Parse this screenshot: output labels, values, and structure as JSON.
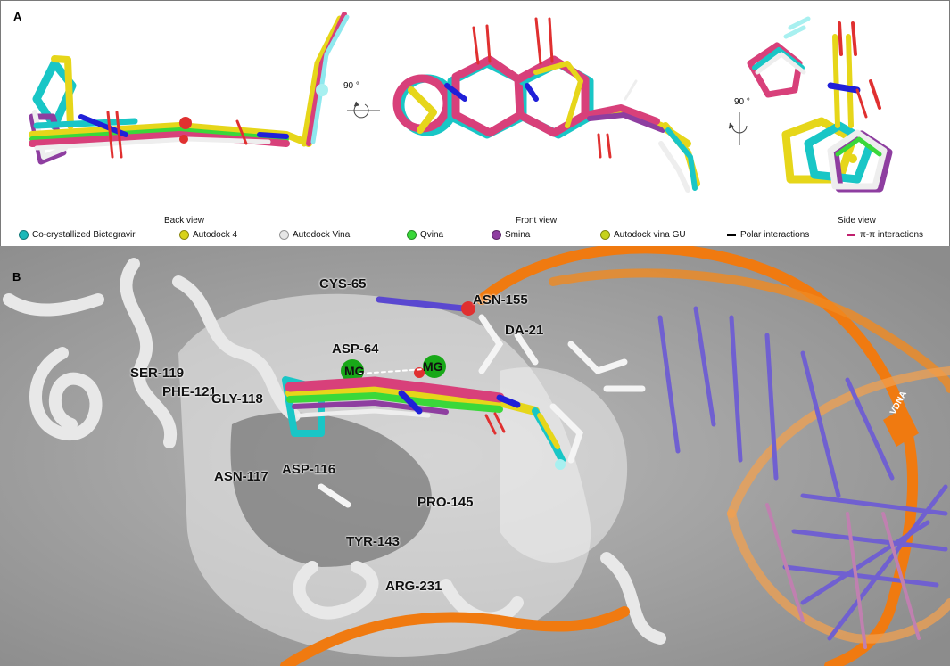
{
  "panel_a": {
    "letter": "A",
    "views": {
      "back": "Back view",
      "front": "Front view",
      "side": "Side view"
    },
    "rotation_1": "90 °",
    "rotation_2": "90 °",
    "legend": [
      {
        "label": "Co-crystallized Bictegravir",
        "color": "#19b9b9",
        "kind": "dot"
      },
      {
        "label": "Autodock 4",
        "color": "#d8d21a",
        "kind": "dot"
      },
      {
        "label": "Autodock Vina",
        "color": "#e6e6e6",
        "kind": "dot"
      },
      {
        "label": "Qvina",
        "color": "#39d839",
        "kind": "dot"
      },
      {
        "label": "Smina",
        "color": "#8e3ea0",
        "kind": "dot"
      },
      {
        "label": "Autodock vina GU",
        "color": "#c6d21a",
        "kind": "dot"
      },
      {
        "label": "Polar interactions",
        "color": "#000000",
        "kind": "dash"
      },
      {
        "label": "π-π interactions",
        "color": "#c0206e",
        "kind": "dash"
      }
    ]
  },
  "panel_b": {
    "letter": "B",
    "residues": {
      "cys65": "CYS-65",
      "asn155": "ASN-155",
      "da21": "DA-21",
      "asp64": "ASP-64",
      "ser119": "SER-119",
      "phe121": "PHE-121",
      "gly118": "GLY-118",
      "asn117": "ASN-117",
      "asp116": "ASP-116",
      "pro145": "PRO-145",
      "tyr143": "TYR-143",
      "arg231": "ARG-231"
    },
    "mg1": "MG",
    "mg2": "MG",
    "vdna": "VDNA"
  },
  "colors": {
    "bictegravir": "#19c6c6",
    "autodock4": "#e6d61a",
    "vina": "#eeeeee",
    "qvina": "#3ad83a",
    "smina": "#8e3ea0",
    "pose_pink": "#d8407a",
    "dna": "#f07a10",
    "mg": "#18a818"
  }
}
